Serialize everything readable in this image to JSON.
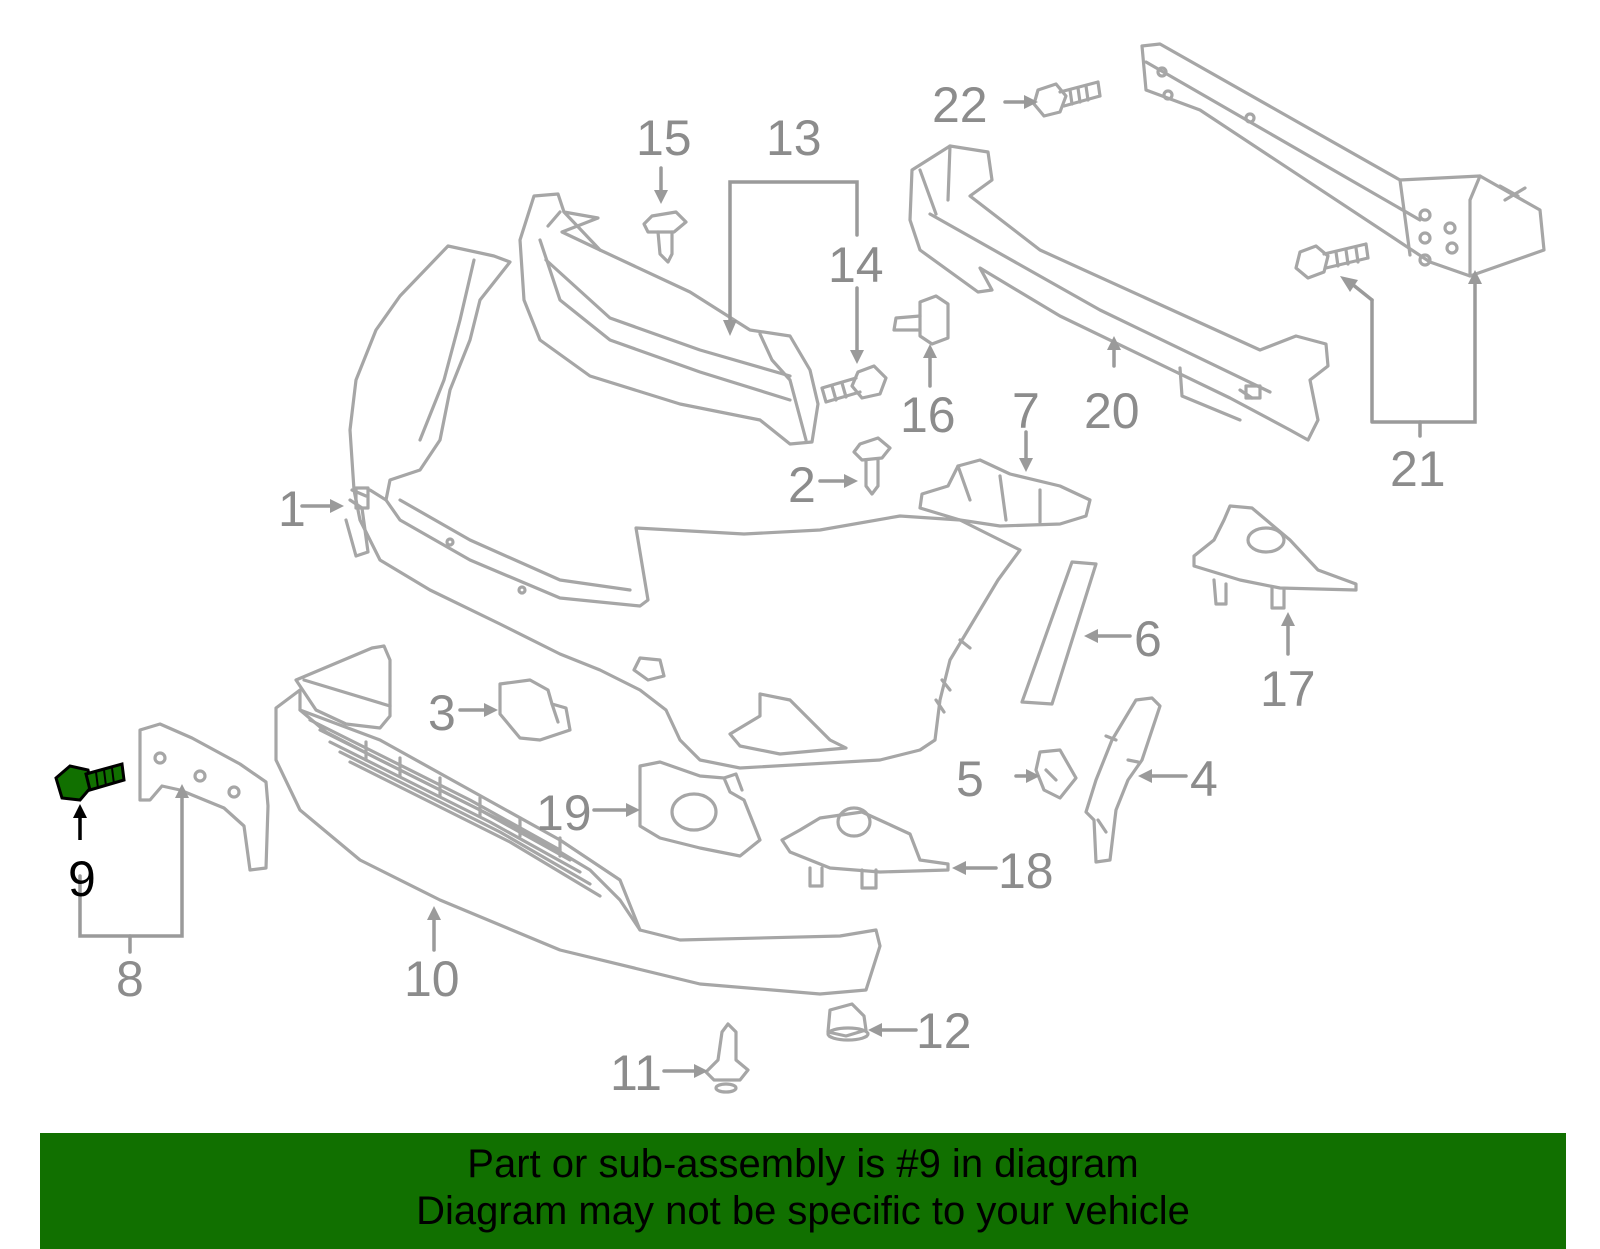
{
  "diagram": {
    "highlighted_part": "9",
    "highlight_color": "#117000",
    "callouts": [
      {
        "id": "c1",
        "label": "1"
      },
      {
        "id": "c2",
        "label": "2"
      },
      {
        "id": "c3",
        "label": "3"
      },
      {
        "id": "c4",
        "label": "4"
      },
      {
        "id": "c5",
        "label": "5"
      },
      {
        "id": "c6",
        "label": "6"
      },
      {
        "id": "c7",
        "label": "7"
      },
      {
        "id": "c8",
        "label": "8"
      },
      {
        "id": "c9",
        "label": "9"
      },
      {
        "id": "c10",
        "label": "10"
      },
      {
        "id": "c11",
        "label": "11"
      },
      {
        "id": "c12",
        "label": "12"
      },
      {
        "id": "c13",
        "label": "13"
      },
      {
        "id": "c14",
        "label": "14"
      },
      {
        "id": "c15",
        "label": "15"
      },
      {
        "id": "c16",
        "label": "16"
      },
      {
        "id": "c17",
        "label": "17"
      },
      {
        "id": "c18",
        "label": "18"
      },
      {
        "id": "c19",
        "label": "19"
      },
      {
        "id": "c20",
        "label": "20"
      },
      {
        "id": "c21",
        "label": "21"
      },
      {
        "id": "c22",
        "label": "22"
      }
    ]
  },
  "banner": {
    "background_color": "#117000",
    "line1": "Part or sub-assembly is #9 in diagram",
    "line2": "Diagram may not be specific to your vehicle"
  }
}
